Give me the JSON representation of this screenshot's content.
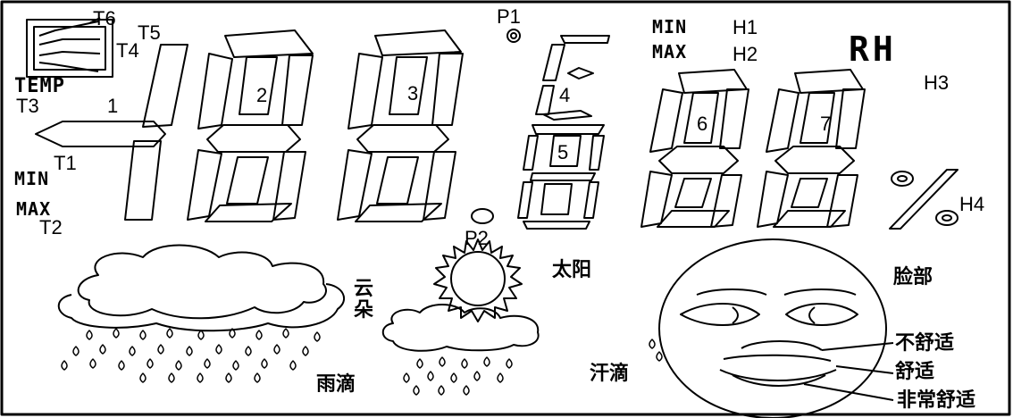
{
  "frame": {
    "stroke": "#000000",
    "background": "#ffffff"
  },
  "temp_icon": {
    "labels": {
      "t6": "T6",
      "t5": "T5",
      "t4": "T4",
      "t3": "T3",
      "one": "1",
      "temp": "TEMP"
    }
  },
  "temp_minmax": {
    "t1": "T1",
    "min": "MIN",
    "max": "MAX",
    "t2": "T2"
  },
  "digits": {
    "d2": "2",
    "d3": "3",
    "d4": "4",
    "d5": "5",
    "d6": "6",
    "d7": "7"
  },
  "points": {
    "p1": "P1",
    "p2": "P2"
  },
  "humidity": {
    "min": "MIN",
    "h1": "H1",
    "max": "MAX",
    "h2": "H2",
    "rh": "RH",
    "h3": "H3",
    "h4": "H4",
    "percent": "%"
  },
  "weather": {
    "cloud": "云\n朵",
    "sun": "太阳",
    "raindrops": "雨滴",
    "sweat": "汗滴"
  },
  "face": {
    "face_label": "脸部",
    "uncomfortable": "不舒适",
    "comfortable": "舒适",
    "very_comfortable": "非常舒适"
  }
}
